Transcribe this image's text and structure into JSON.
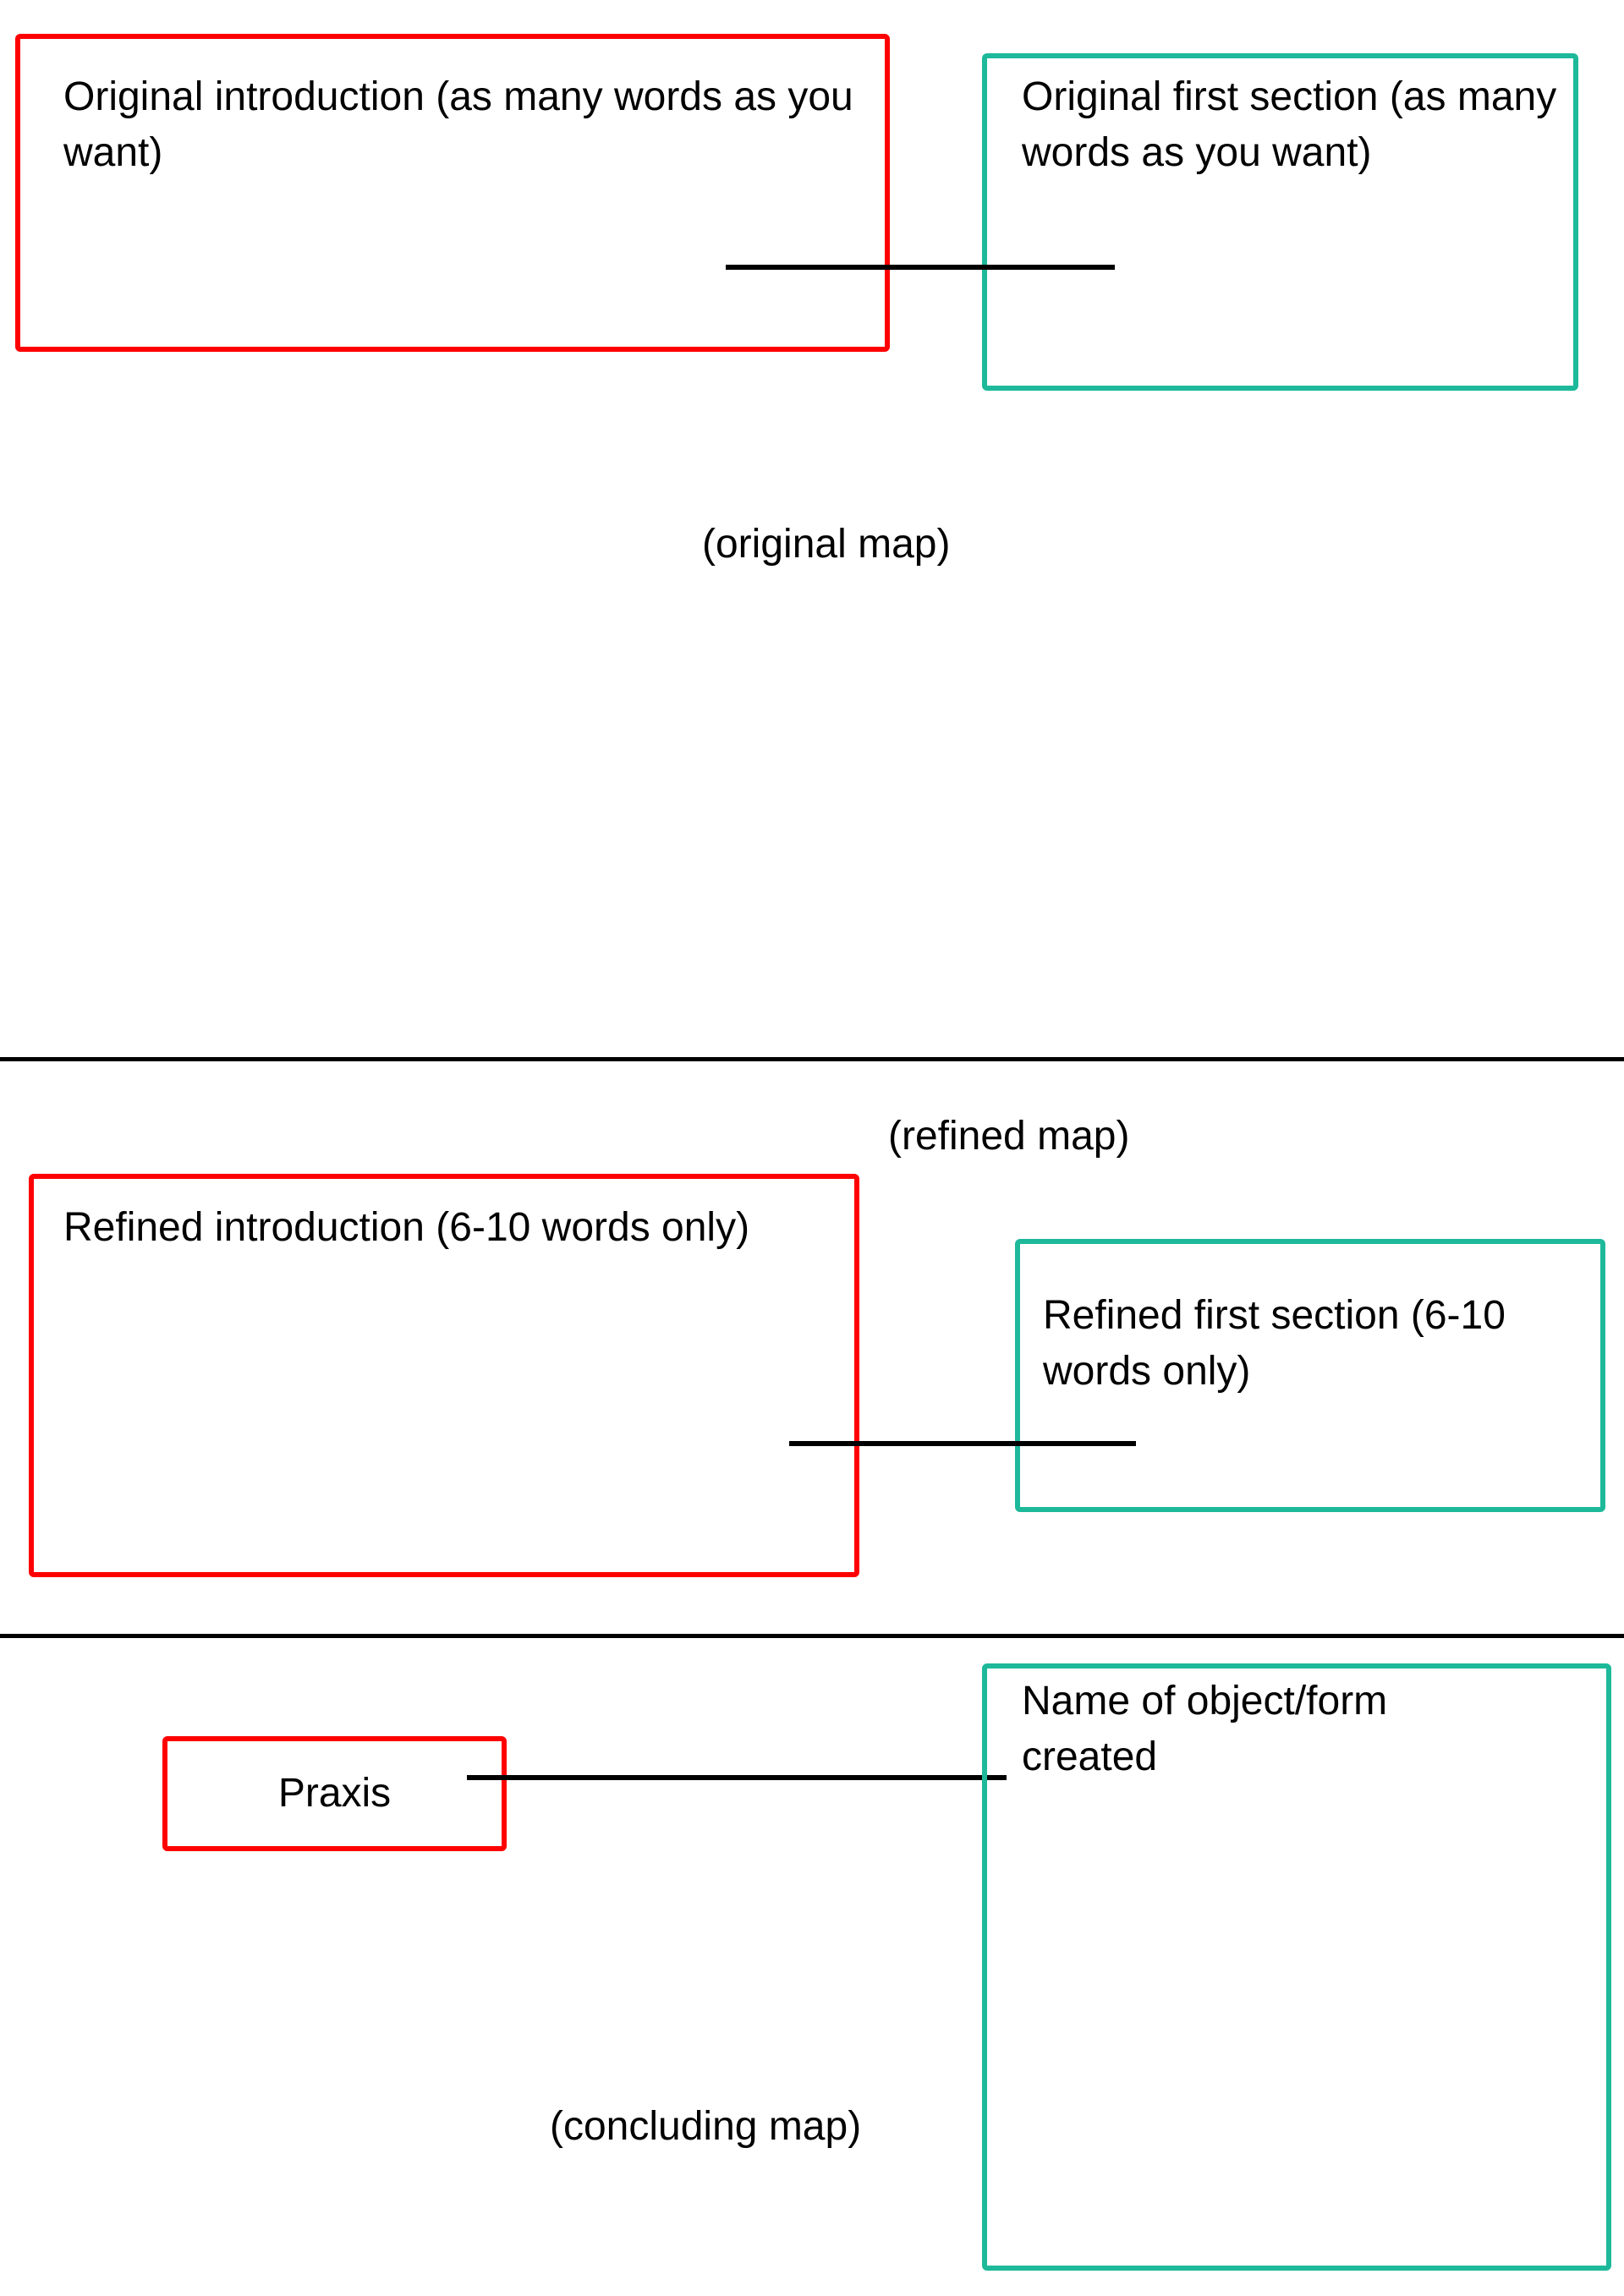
{
  "colors": {
    "red_border": "#ff0000",
    "teal_border": "#1db99a",
    "line": "#000000"
  },
  "original_map": {
    "intro_box": "Original introduction (as many words as you want)",
    "first_section_box": "Original first section (as many words as you want)",
    "caption": "(original map)"
  },
  "refined_map": {
    "caption": "(refined map)",
    "intro_box": "Refined introduction (6-10 words only)",
    "first_section_box": "Refined first section (6-10 words only)"
  },
  "concluding_map": {
    "praxis_box": "Praxis",
    "object_box": "Name of object/form created",
    "caption": "(concluding map)"
  }
}
